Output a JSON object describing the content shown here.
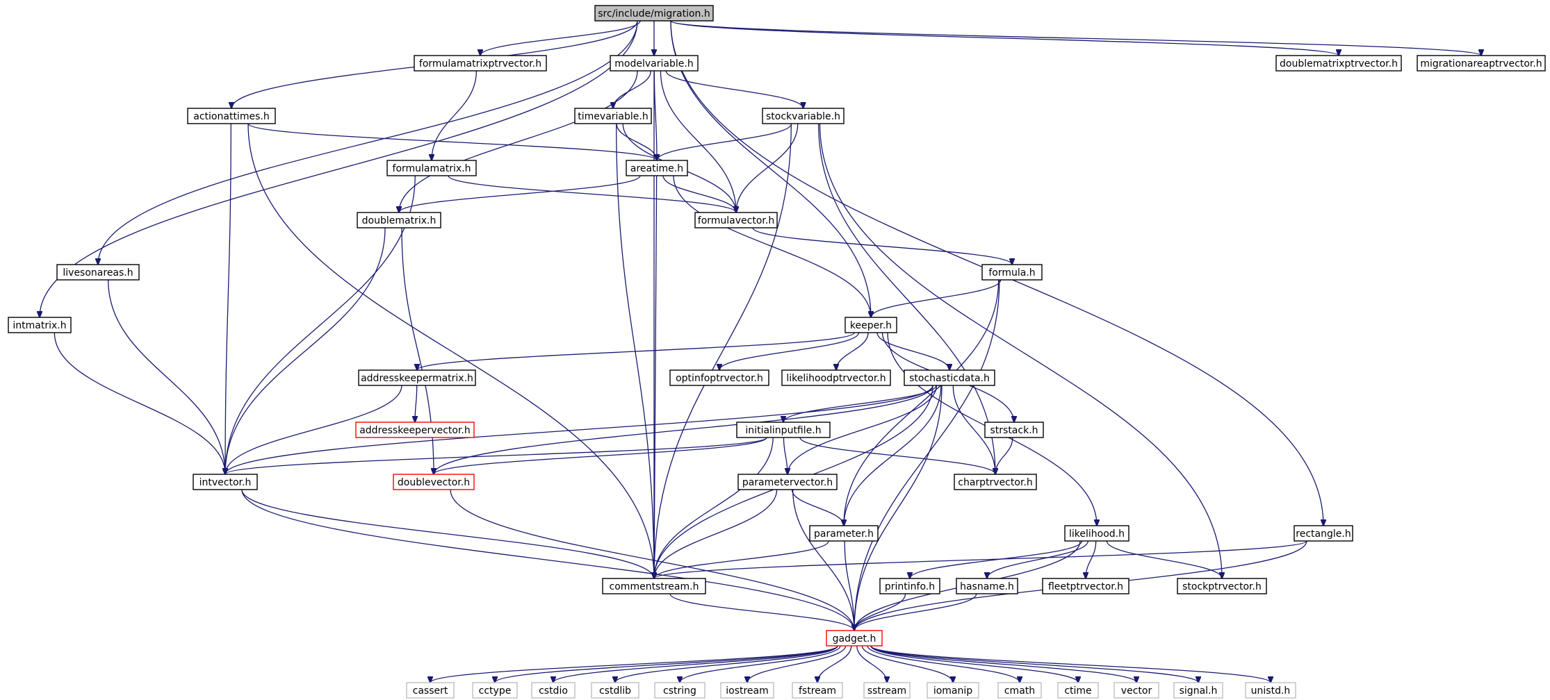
{
  "colors": {
    "edge": "#191970",
    "red_border": "#ff0000",
    "gray_border": "#bfbfbf",
    "root_fill": "#bfbfbf"
  },
  "nodes": [
    {
      "id": "root",
      "label": "src/include/migration.h",
      "style": "root"
    },
    {
      "id": "formulamatrixptrvector",
      "label": "formulamatrixptrvector.h",
      "style": "normal"
    },
    {
      "id": "modelvariable",
      "label": "modelvariable.h",
      "style": "normal"
    },
    {
      "id": "doublematrixptrvector",
      "label": "doublematrixptrvector.h",
      "style": "normal"
    },
    {
      "id": "migrationareaptrvector",
      "label": "migrationareaptrvector.h",
      "style": "normal"
    },
    {
      "id": "actionattimes",
      "label": "actionattimes.h",
      "style": "normal"
    },
    {
      "id": "timevariable",
      "label": "timevariable.h",
      "style": "normal"
    },
    {
      "id": "stockvariable",
      "label": "stockvariable.h",
      "style": "normal"
    },
    {
      "id": "formulamatrix",
      "label": "formulamatrix.h",
      "style": "normal"
    },
    {
      "id": "areatime",
      "label": "areatime.h",
      "style": "normal"
    },
    {
      "id": "doublematrix",
      "label": "doublematrix.h",
      "style": "normal"
    },
    {
      "id": "formulavector",
      "label": "formulavector.h",
      "style": "normal"
    },
    {
      "id": "livesonareas",
      "label": "livesonareas.h",
      "style": "normal"
    },
    {
      "id": "formula",
      "label": "formula.h",
      "style": "normal"
    },
    {
      "id": "intmatrix",
      "label": "intmatrix.h",
      "style": "normal"
    },
    {
      "id": "keeper",
      "label": "keeper.h",
      "style": "normal"
    },
    {
      "id": "addresskeepermatrix",
      "label": "addresskeepermatrix.h",
      "style": "normal"
    },
    {
      "id": "optinfoptrvector",
      "label": "optinfoptrvector.h",
      "style": "normal"
    },
    {
      "id": "likelihoodptrvector",
      "label": "likelihoodptrvector.h",
      "style": "normal"
    },
    {
      "id": "stochasticdata",
      "label": "stochasticdata.h",
      "style": "normal"
    },
    {
      "id": "addresskeepervector",
      "label": "addresskeepervector.h",
      "style": "red"
    },
    {
      "id": "initialinputfile",
      "label": "initialinputfile.h",
      "style": "normal"
    },
    {
      "id": "strstack",
      "label": "strstack.h",
      "style": "normal"
    },
    {
      "id": "intvector",
      "label": "intvector.h",
      "style": "normal"
    },
    {
      "id": "doublevector",
      "label": "doublevector.h",
      "style": "red"
    },
    {
      "id": "parametervector",
      "label": "parametervector.h",
      "style": "normal"
    },
    {
      "id": "charptrvector",
      "label": "charptrvector.h",
      "style": "normal"
    },
    {
      "id": "likelihood",
      "label": "likelihood.h",
      "style": "normal"
    },
    {
      "id": "rectangle",
      "label": "rectangle.h",
      "style": "normal"
    },
    {
      "id": "parameter",
      "label": "parameter.h",
      "style": "normal"
    },
    {
      "id": "commentstream",
      "label": "commentstream.h",
      "style": "normal"
    },
    {
      "id": "printinfo",
      "label": "printinfo.h",
      "style": "normal"
    },
    {
      "id": "hasname",
      "label": "hasname.h",
      "style": "normal"
    },
    {
      "id": "fleetptrvector",
      "label": "fleetptrvector.h",
      "style": "normal"
    },
    {
      "id": "stockptrvector",
      "label": "stockptrvector.h",
      "style": "normal"
    },
    {
      "id": "gadget",
      "label": "gadget.h",
      "style": "red"
    },
    {
      "id": "cassert",
      "label": "cassert",
      "style": "gray"
    },
    {
      "id": "cctype",
      "label": "cctype",
      "style": "gray"
    },
    {
      "id": "cstdio",
      "label": "cstdio",
      "style": "gray"
    },
    {
      "id": "cstdlib",
      "label": "cstdlib",
      "style": "gray"
    },
    {
      "id": "cstring",
      "label": "cstring",
      "style": "gray"
    },
    {
      "id": "iostream",
      "label": "iostream",
      "style": "gray"
    },
    {
      "id": "fstream",
      "label": "fstream",
      "style": "gray"
    },
    {
      "id": "sstream",
      "label": "sstream",
      "style": "gray"
    },
    {
      "id": "iomanip",
      "label": "iomanip",
      "style": "gray"
    },
    {
      "id": "cmath",
      "label": "cmath",
      "style": "gray"
    },
    {
      "id": "ctime",
      "label": "ctime",
      "style": "gray"
    },
    {
      "id": "vector",
      "label": "vector",
      "style": "gray"
    },
    {
      "id": "signal",
      "label": "signal.h",
      "style": "gray"
    },
    {
      "id": "unistd",
      "label": "unistd.h",
      "style": "gray"
    }
  ],
  "edges": [
    [
      "root",
      "intmatrix"
    ],
    [
      "root",
      "livesonareas"
    ],
    [
      "root",
      "actionattimes"
    ],
    [
      "root",
      "formulamatrixptrvector"
    ],
    [
      "root",
      "modelvariable"
    ],
    [
      "root",
      "keeper"
    ],
    [
      "root",
      "doublematrixptrvector"
    ],
    [
      "root",
      "migrationareaptrvector"
    ],
    [
      "root",
      "rectangle"
    ],
    [
      "formulamatrixptrvector",
      "formulamatrix"
    ],
    [
      "modelvariable",
      "timevariable"
    ],
    [
      "modelvariable",
      "stockvariable"
    ],
    [
      "modelvariable",
      "areatime"
    ],
    [
      "modelvariable",
      "formulavector"
    ],
    [
      "modelvariable",
      "doublematrix"
    ],
    [
      "modelvariable",
      "commentstream"
    ],
    [
      "actionattimes",
      "areatime"
    ],
    [
      "actionattimes",
      "intvector"
    ],
    [
      "actionattimes",
      "commentstream"
    ],
    [
      "timevariable",
      "areatime"
    ],
    [
      "timevariable",
      "formulavector"
    ],
    [
      "timevariable",
      "commentstream"
    ],
    [
      "stockvariable",
      "areatime"
    ],
    [
      "stockvariable",
      "formulavector"
    ],
    [
      "stockvariable",
      "commentstream"
    ],
    [
      "stockvariable",
      "charptrvector"
    ],
    [
      "stockvariable",
      "stockptrvector"
    ],
    [
      "formulamatrix",
      "formulavector"
    ],
    [
      "formulamatrix",
      "intvector"
    ],
    [
      "areatime",
      "formulavector"
    ],
    [
      "areatime",
      "doublematrix"
    ],
    [
      "areatime",
      "keeper"
    ],
    [
      "areatime",
      "commentstream"
    ],
    [
      "doublematrix",
      "intvector"
    ],
    [
      "doublematrix",
      "doublevector"
    ],
    [
      "formulavector",
      "formula"
    ],
    [
      "livesonareas",
      "intvector"
    ],
    [
      "formula",
      "keeper"
    ],
    [
      "formula",
      "parameter"
    ],
    [
      "formula",
      "gadget"
    ],
    [
      "intmatrix",
      "intvector"
    ],
    [
      "keeper",
      "addresskeepermatrix"
    ],
    [
      "keeper",
      "optinfoptrvector"
    ],
    [
      "keeper",
      "likelihoodptrvector"
    ],
    [
      "keeper",
      "stochasticdata"
    ],
    [
      "keeper",
      "strstack"
    ],
    [
      "keeper",
      "likelihood"
    ],
    [
      "addresskeepermatrix",
      "addresskeepervector"
    ],
    [
      "addresskeepermatrix",
      "intvector"
    ],
    [
      "stochasticdata",
      "initialinputfile"
    ],
    [
      "stochasticdata",
      "intvector"
    ],
    [
      "stochasticdata",
      "doublevector"
    ],
    [
      "stochasticdata",
      "parametervector"
    ],
    [
      "stochasticdata",
      "charptrvector"
    ],
    [
      "stochasticdata",
      "parameter"
    ],
    [
      "stochasticdata",
      "commentstream"
    ],
    [
      "stochasticdata",
      "gadget"
    ],
    [
      "initialinputfile",
      "intvector"
    ],
    [
      "initialinputfile",
      "doublevector"
    ],
    [
      "initialinputfile",
      "parametervector"
    ],
    [
      "initialinputfile",
      "charptrvector"
    ],
    [
      "initialinputfile",
      "commentstream"
    ],
    [
      "strstack",
      "charptrvector"
    ],
    [
      "intvector",
      "commentstream"
    ],
    [
      "intvector",
      "gadget"
    ],
    [
      "doublevector",
      "gadget"
    ],
    [
      "parametervector",
      "parameter"
    ],
    [
      "parametervector",
      "commentstream"
    ],
    [
      "parametervector",
      "gadget"
    ],
    [
      "likelihood",
      "printinfo"
    ],
    [
      "likelihood",
      "hasname"
    ],
    [
      "likelihood",
      "fleetptrvector"
    ],
    [
      "likelihood",
      "stockptrvector"
    ],
    [
      "likelihood",
      "gadget"
    ],
    [
      "rectangle",
      "commentstream"
    ],
    [
      "rectangle",
      "gadget"
    ],
    [
      "parameter",
      "commentstream"
    ],
    [
      "parameter",
      "gadget"
    ],
    [
      "commentstream",
      "gadget"
    ],
    [
      "printinfo",
      "gadget"
    ],
    [
      "hasname",
      "gadget"
    ],
    [
      "gadget",
      "cassert"
    ],
    [
      "gadget",
      "cctype"
    ],
    [
      "gadget",
      "cstdio"
    ],
    [
      "gadget",
      "cstdlib"
    ],
    [
      "gadget",
      "cstring"
    ],
    [
      "gadget",
      "iostream"
    ],
    [
      "gadget",
      "fstream"
    ],
    [
      "gadget",
      "sstream"
    ],
    [
      "gadget",
      "iomanip"
    ],
    [
      "gadget",
      "cmath"
    ],
    [
      "gadget",
      "ctime"
    ],
    [
      "gadget",
      "vector"
    ],
    [
      "gadget",
      "signal"
    ],
    [
      "gadget",
      "unistd"
    ]
  ]
}
